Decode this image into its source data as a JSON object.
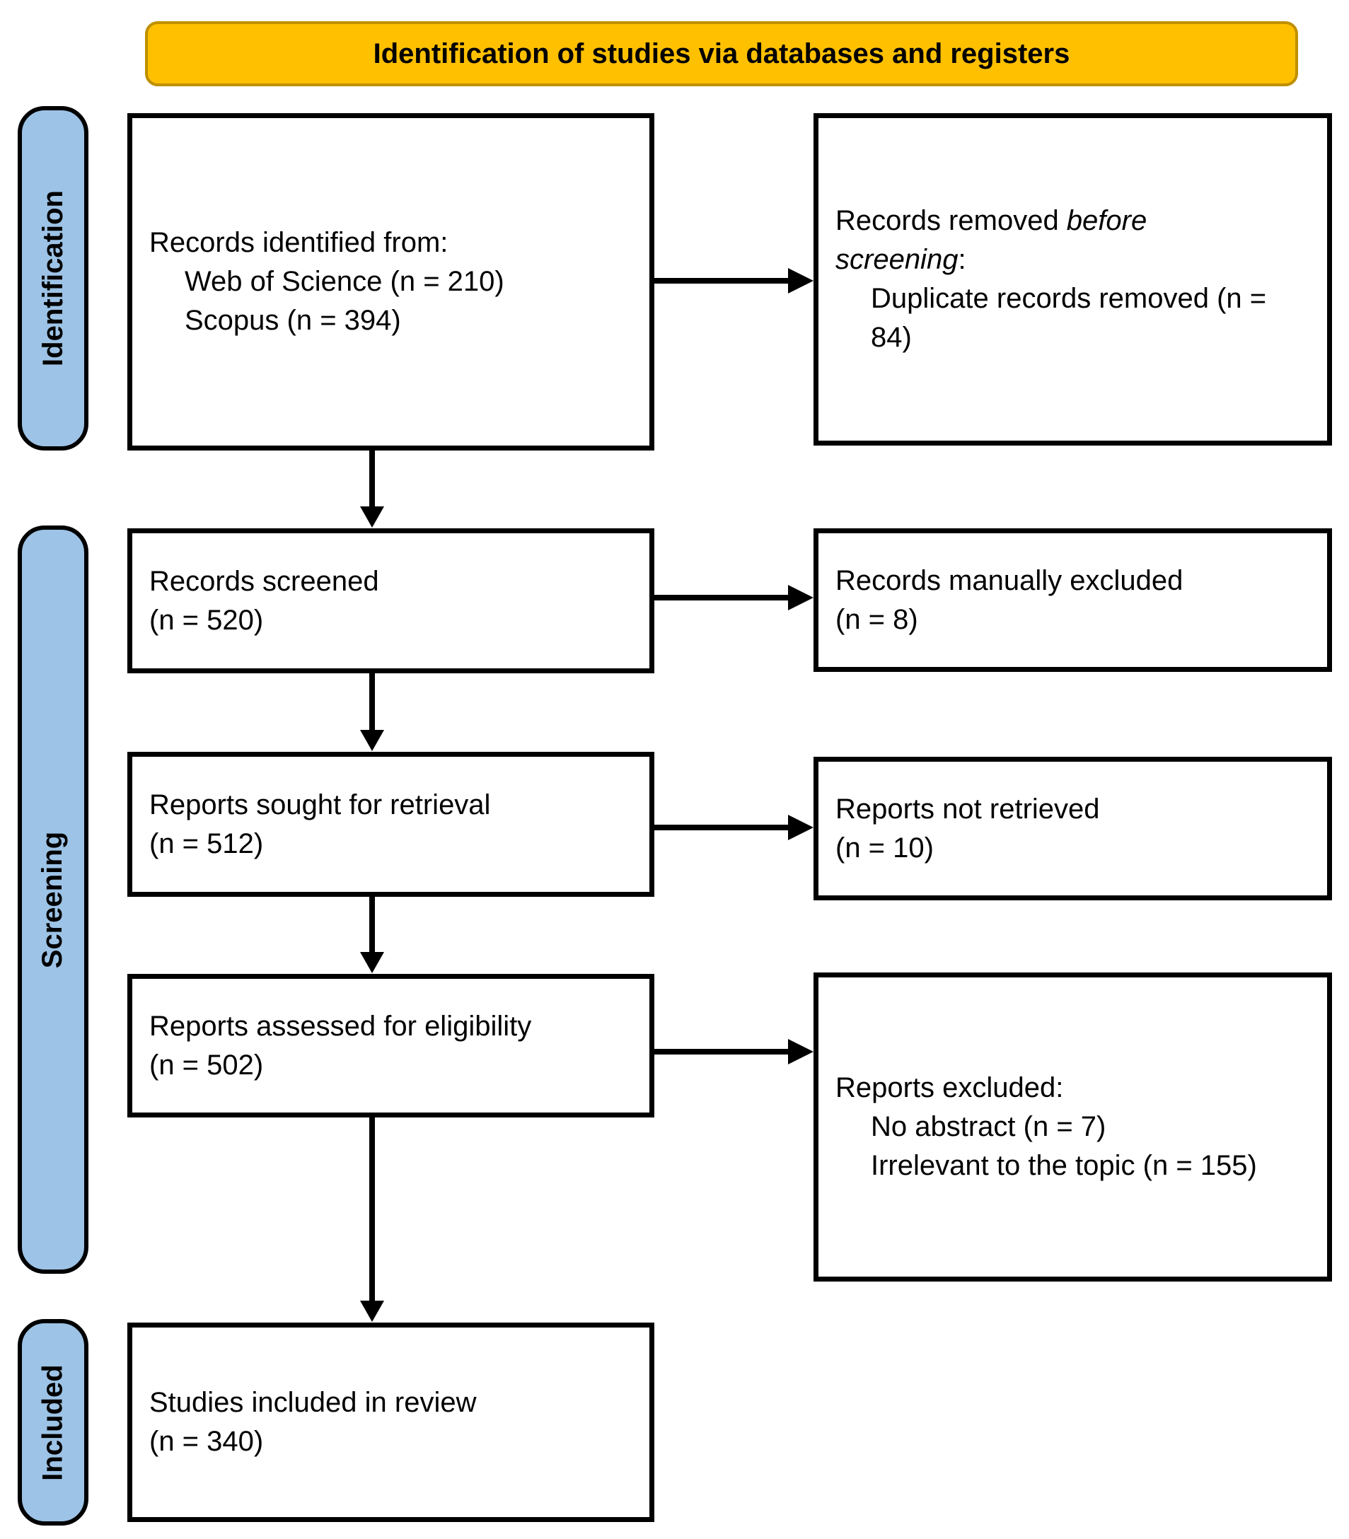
{
  "banner": {
    "title": "Identification of studies via databases and registers"
  },
  "sidebar": {
    "stages": [
      "Identification",
      "Screening",
      "Included"
    ]
  },
  "boxes": {
    "records_identified": {
      "heading": "Records identified from:",
      "items": [
        "Web of Science (n = 210)",
        "Scopus (n = 394)"
      ]
    },
    "records_removed": {
      "prefix": "Records removed ",
      "emphasis": "before screening",
      "suffix": ":",
      "items": [
        "Duplicate records removed (n = 84)"
      ]
    },
    "records_screened": {
      "heading": "Records screened",
      "count": "(n = 520)"
    },
    "records_manually_excluded": {
      "heading": "Records manually excluded",
      "count": "(n = 8)"
    },
    "reports_sought": {
      "heading": "Reports sought for retrieval",
      "count": "(n = 512)"
    },
    "reports_not_retrieved": {
      "heading": "Reports not retrieved",
      "count": "(n = 10)"
    },
    "reports_assessed": {
      "heading": "Reports assessed for eligibility",
      "count": "(n = 502)"
    },
    "reports_excluded": {
      "heading": "Reports excluded:",
      "items": [
        "No abstract (n = 7)",
        "Irrelevant to the topic (n = 155)"
      ]
    },
    "studies_included": {
      "heading": "Studies included in review",
      "count": "(n = 340)"
    }
  },
  "colors": {
    "banner_fill": "#FFC000",
    "banner_border": "#BF9000",
    "stage_fill": "#9DC3E6",
    "line_color": "#000000"
  }
}
